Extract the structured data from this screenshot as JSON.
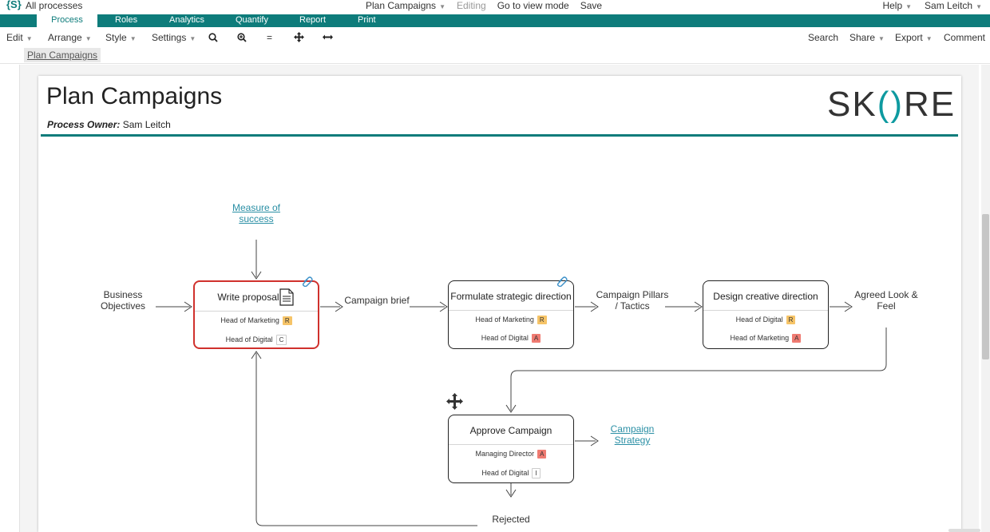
{
  "topbar": {
    "logo": "{S}",
    "all_processes": "All processes",
    "process_name": "Plan Campaigns",
    "editing": "Editing",
    "view_mode": "Go to view mode",
    "save": "Save",
    "help": "Help",
    "user": "Sam Leitch"
  },
  "tabs": [
    {
      "label": "Process",
      "active": true
    },
    {
      "label": "Roles"
    },
    {
      "label": "Analytics"
    },
    {
      "label": "Quantify"
    },
    {
      "label": "Report"
    },
    {
      "label": "Print"
    }
  ],
  "toolbar": {
    "edit": "Edit",
    "arrange": "Arrange",
    "style": "Style",
    "settings": "Settings",
    "zoom_equal": "=",
    "search": "Search",
    "share": "Share",
    "export": "Export",
    "comment": "Comment"
  },
  "breadcrumb": "Plan Campaigns",
  "page": {
    "title": "Plan Campaigns",
    "owner_label": "Process Owner:",
    "owner_name": "Sam Leitch",
    "brand": {
      "pre": "SK",
      "paren": "()",
      "post": "RE"
    }
  },
  "diagram": {
    "inputs": {
      "business_objectives_1": "Business",
      "business_objectives_2": "Objectives",
      "measure_of_success_1": "Measure of",
      "measure_of_success_2": "success",
      "campaign_brief": "Campaign brief",
      "pillars_1": "Campaign Pillars",
      "pillars_2": "/ Tactics",
      "look_feel_1": "Agreed Look &",
      "look_feel_2": "Feel",
      "strategy_1": "Campaign",
      "strategy_2": "Strategy",
      "rejected": "Rejected"
    },
    "processes": {
      "write_proposal": {
        "title": "Write proposal",
        "roles": [
          {
            "name": "Head of Marketing",
            "raci": "R"
          },
          {
            "name": "Head of Digital",
            "raci": "C"
          }
        ]
      },
      "formulate": {
        "title": "Formulate strategic direction",
        "roles": [
          {
            "name": "Head of Marketing",
            "raci": "R"
          },
          {
            "name": "Head of Digital",
            "raci": "A"
          }
        ]
      },
      "design": {
        "title": "Design creative direction",
        "roles": [
          {
            "name": "Head of Digital",
            "raci": "R"
          },
          {
            "name": "Head of Marketing",
            "raci": "A"
          }
        ]
      },
      "approve": {
        "title": "Approve Campaign",
        "roles": [
          {
            "name": "Managing Director",
            "raci": "A"
          },
          {
            "name": "Head of Digital",
            "raci": "I"
          }
        ]
      }
    }
  },
  "colors": {
    "teal": "#0e7c7b",
    "selected": "#d0312d",
    "raci_r": "#f6c468",
    "raci_a": "#ef7b72",
    "link": "#2a8fa5"
  }
}
